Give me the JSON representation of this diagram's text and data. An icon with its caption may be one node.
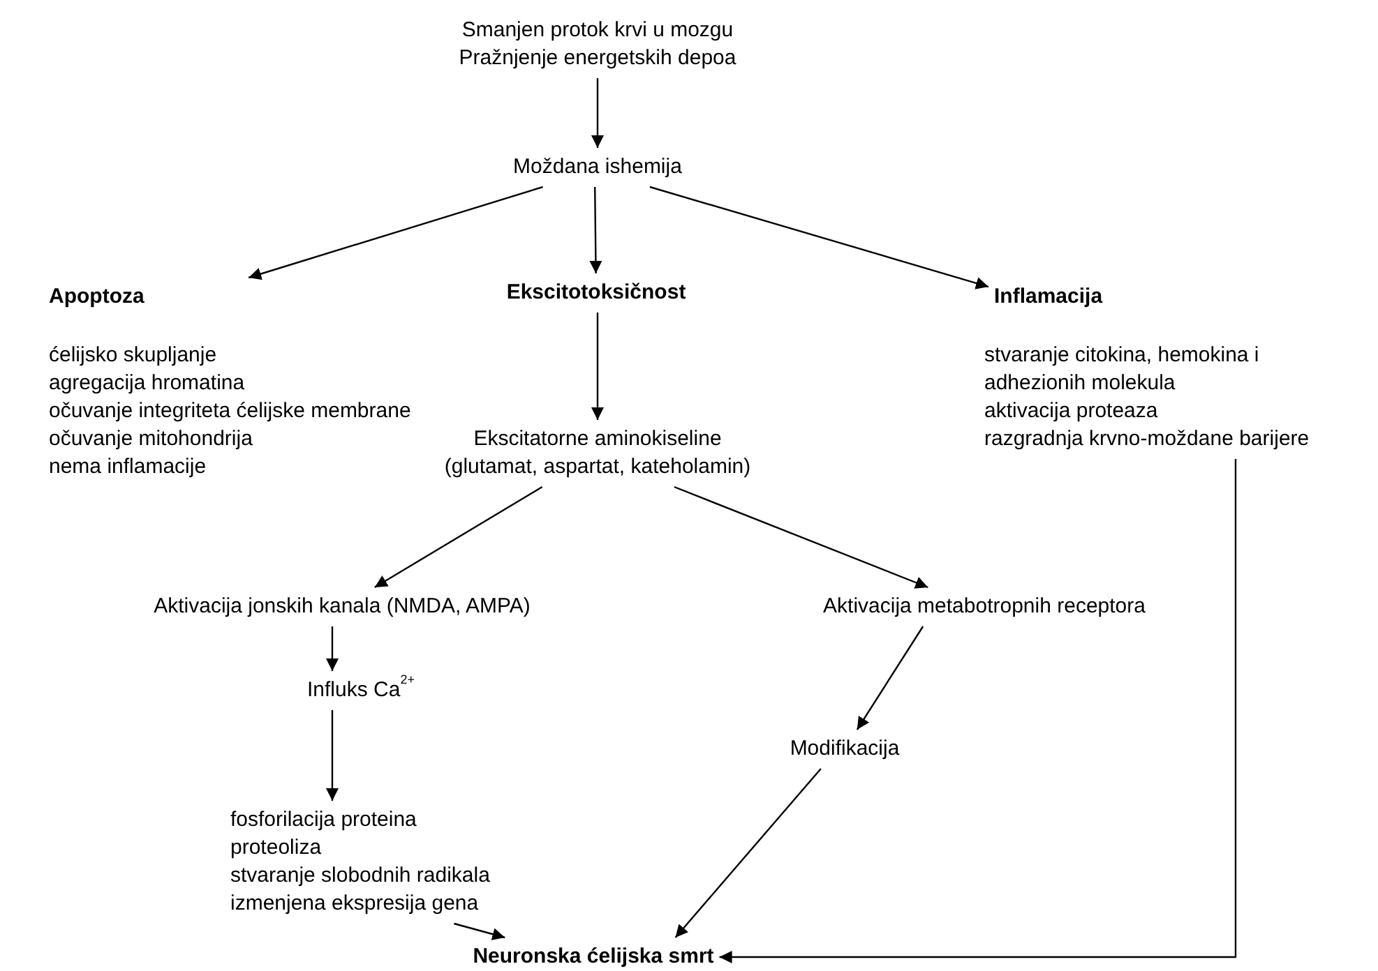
{
  "diagram": {
    "nodes": [
      {
        "text": [
          "Smanjen protok krvi u mozgu",
          "Pražnjenje energetskih depoa"
        ]
      },
      {
        "text": [
          "Moždana ishemija"
        ]
      },
      {
        "text": [
          "Apoptoza",
          "ćelijsko skupljanje",
          "agregacija hromatina",
          "očuvanje integriteta ćelijske membrane",
          "očuvanje mitohondrija",
          "nema inflamacije"
        ]
      },
      {
        "text": [
          "Ekscitotoksičnost"
        ]
      },
      {
        "text": [
          "Inflamacija",
          "stvaranje citokina, hemokina i adhezionih molekula",
          "aktivacija proteaza",
          "razgradnja krvno-moždane barijere"
        ]
      },
      {
        "text": [
          "Ekscitatorne aminokiseline (glutamat, aspartat, kateholamin)"
        ]
      },
      {
        "text": [
          "Aktivacija jonskih kanala (NMDA, AMPA)"
        ]
      },
      {
        "text": [
          "Aktivacija metabotropnih receptora"
        ]
      },
      {
        "text": [
          "Influks  Ca$^{2+}$"
        ]
      },
      {
        "text": [
          "Modifikacija"
        ]
      },
      {
        "text": [
          "fosforilacija proteina",
          "proteoliza",
          "stvaranje slobodnih radikala",
          "izmenjena ekspresija gena"
        ]
      },
      {
        "text": [
          "Neuronska ćelijska smrt"
        ]
      }
    ],
    "edges": [
      {
        "from": 0,
        "to": 1,
        "arrow": "to"
      },
      {
        "from": 1,
        "to": 2,
        "arrow": "to"
      },
      {
        "from": 1,
        "to": 3,
        "arrow": "to"
      },
      {
        "from": 1,
        "to": 4,
        "arrow": "to"
      },
      {
        "from": 3,
        "to": 5,
        "arrow": "to"
      },
      {
        "from": 5,
        "to": 6,
        "arrow": "to"
      },
      {
        "from": 5,
        "to": 7,
        "arrow": "to"
      },
      {
        "from": 6,
        "to": 8,
        "arrow": "to"
      },
      {
        "from": 8,
        "to": 10,
        "arrow": "to"
      },
      {
        "from": 7,
        "to": 9,
        "arrow": "to"
      },
      {
        "from": 10,
        "to": 11,
        "arrow": "to"
      },
      {
        "from": 9,
        "to": 11,
        "arrow": "to"
      },
      {
        "from": 4,
        "to": 11,
        "arrow": "to"
      }
    ]
  }
}
